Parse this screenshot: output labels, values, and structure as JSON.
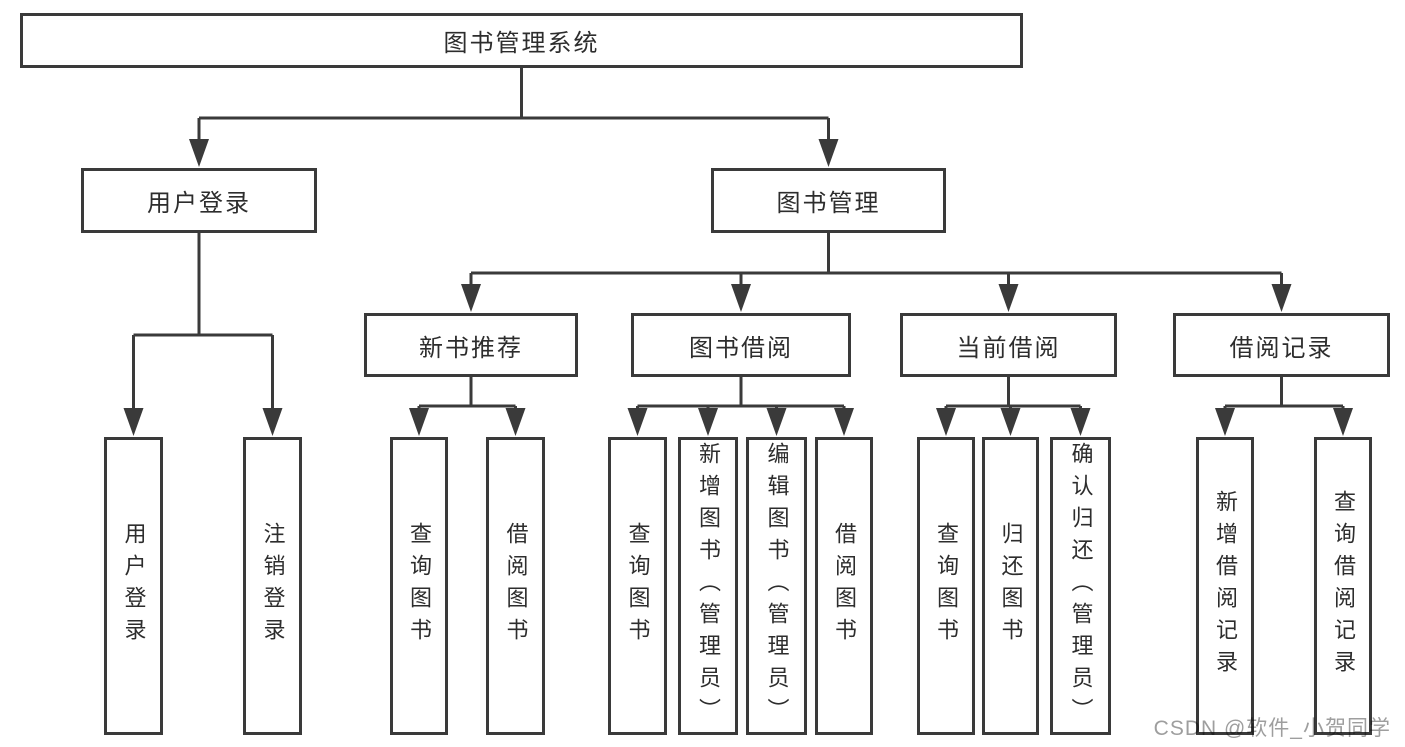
{
  "diagram": {
    "title": "图书管理系统",
    "tree": {
      "root": "图书管理系统",
      "login": {
        "label": "用户登录",
        "children": [
          "用户登录",
          "注销登录"
        ]
      },
      "mgmt": {
        "label": "图书管理",
        "sections": [
          {
            "label": "新书推荐",
            "children": [
              "查询图书",
              "借阅图书"
            ]
          },
          {
            "label": "图书借阅",
            "children": [
              "查询图书",
              "新增图书（管理员）",
              "编辑图书（管理员）",
              "借阅图书"
            ]
          },
          {
            "label": "当前借阅",
            "children": [
              "查询图书",
              "归还图书",
              "确认归还（管理员）"
            ]
          },
          {
            "label": "借阅记录",
            "children": [
              "新增借阅记录",
              "查询借阅记录"
            ]
          }
        ]
      }
    },
    "colors": {
      "line": "#3a3a3a",
      "box_border": "#3a3a3a",
      "box_fill": "#ffffff",
      "text": "#2d2d2d",
      "background": "#ffffff",
      "watermark": "#9e9e9e"
    }
  },
  "watermark": {
    "text": "CSDN @软件_小贺同学"
  }
}
